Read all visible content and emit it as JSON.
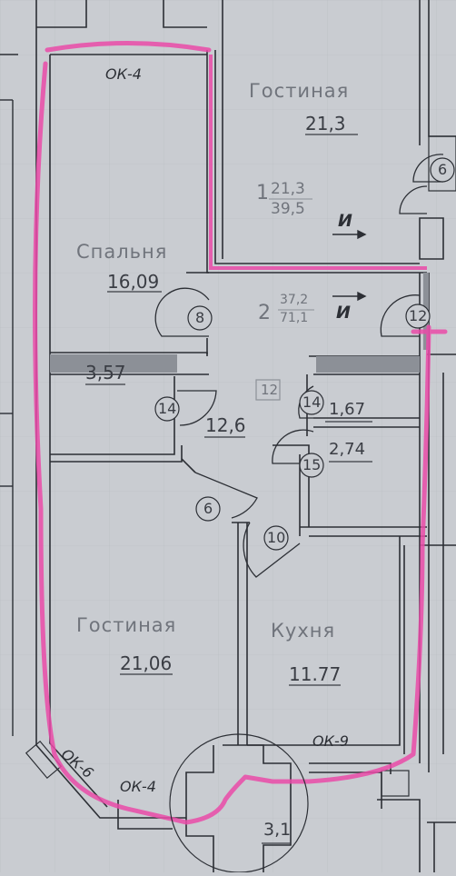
{
  "plan": {
    "rooms": {
      "living_top": {
        "name": "Гостиная",
        "area": "21,3"
      },
      "bedroom": {
        "name": "Спальня",
        "area": "16,09"
      },
      "living_bottom": {
        "name": "Гостиная",
        "area": "21,06"
      },
      "kitchen": {
        "name": "Кухня",
        "area": "11.77"
      },
      "hall": {
        "area": "12,6"
      }
    },
    "small_areas": {
      "closet_left": "3,57",
      "wc": "1,67",
      "bath": "2,74",
      "balcony": "3,1"
    },
    "apartments": [
      {
        "number": "1",
        "living": "21,3",
        "total": "39,5"
      },
      {
        "number": "2",
        "living": "37,2",
        "total": "71,1"
      }
    ],
    "room_marker": "12",
    "window_codes": {
      "top": "ОК-4",
      "left_diag": "ОК-6",
      "bottom": "ОК-4",
      "right": "ОК-9"
    },
    "section_marks": [
      "И",
      "И"
    ],
    "door_numbers": [
      "6",
      "8",
      "12",
      "14",
      "14",
      "15",
      "6",
      "10"
    ],
    "colors": {
      "wall": "#2c2f35",
      "highlight": "#ea4aa8",
      "paper": "#c9ccd1"
    }
  }
}
